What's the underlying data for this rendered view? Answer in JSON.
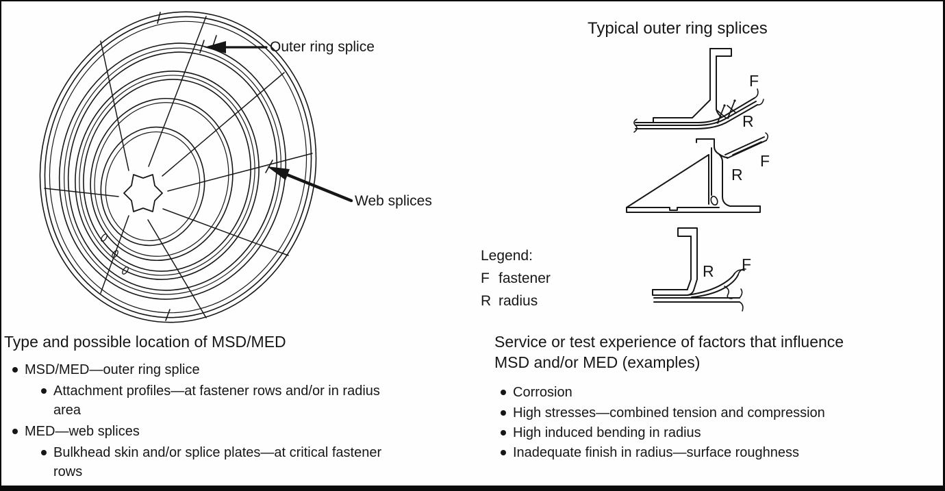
{
  "left_diagram": {
    "labels": {
      "outer_ring_splice": "Outer ring splice",
      "web_splices": "Web splices"
    }
  },
  "right_diagram": {
    "title": "Typical outer ring splices",
    "fastener_symbol": "F",
    "radius_symbol": "R",
    "legend": {
      "title": "Legend:",
      "items": [
        {
          "symbol": "F",
          "term": "fastener"
        },
        {
          "symbol": "R",
          "term": "radius"
        }
      ]
    }
  },
  "bottom_left": {
    "heading": "Type and possible location of MSD/MED",
    "bullets": [
      {
        "level": 1,
        "text": "MSD/MED—outer ring splice"
      },
      {
        "level": 2,
        "text": "Attachment profiles—at fastener rows and/or in radius area"
      },
      {
        "level": 1,
        "text": "MED—web splices"
      },
      {
        "level": 2,
        "text": "Bulkhead skin and/or splice plates—at critical fastener rows"
      }
    ]
  },
  "bottom_right": {
    "heading_line1": "Service or test experience of factors that influence",
    "heading_line2": "MSD and/or MED (examples)",
    "bullets": [
      "Corrosion",
      "High stresses—combined tension and compression",
      "High induced bending in radius",
      "Inadequate finish in radius—surface roughness"
    ]
  },
  "colors": {
    "ink": "#161616",
    "background": "#fefefe"
  }
}
